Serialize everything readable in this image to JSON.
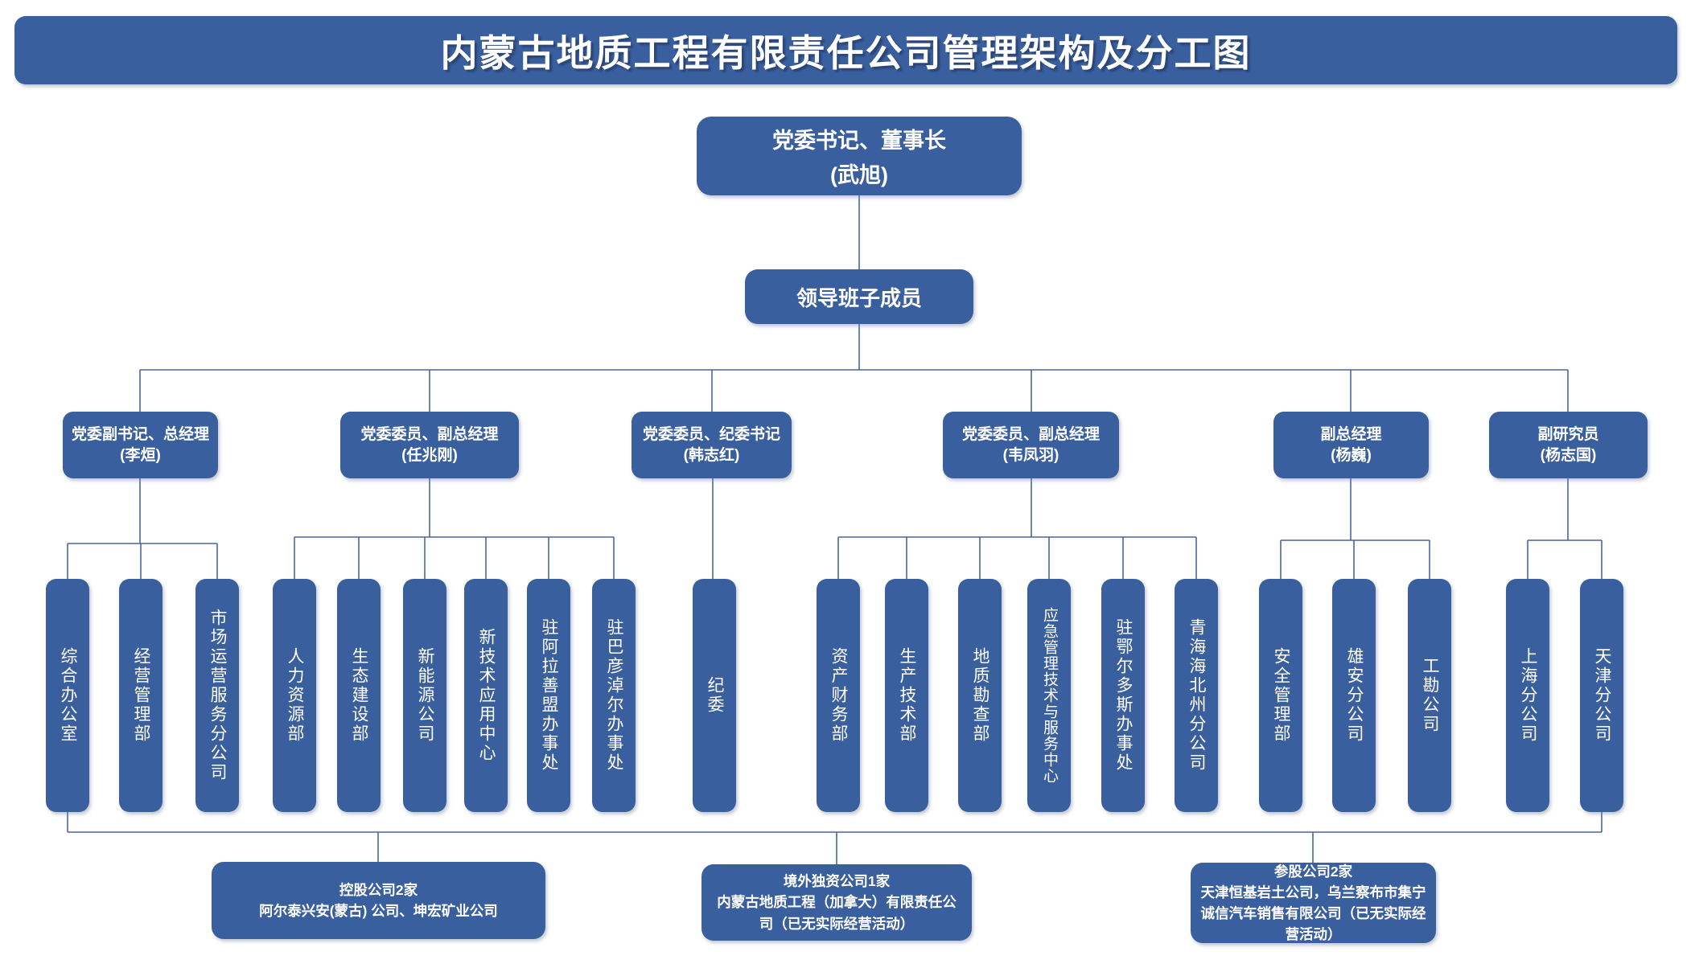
{
  "title": "内蒙古地质工程有限责任公司管理架构及分工图",
  "chairman": {
    "role": "党委书记、董事长",
    "name": "(武旭)"
  },
  "leadership_label": "领导班子成员",
  "level3": [
    {
      "role": "党委副书记、总经理",
      "name": "(李烜)"
    },
    {
      "role": "党委委员、副总经理",
      "name": "(任兆刚)"
    },
    {
      "role": "党委委员、纪委书记",
      "name": "(韩志红)"
    },
    {
      "role": "党委委员、副总经理",
      "name": "(韦凤羽)"
    },
    {
      "role": "副总经理",
      "name": "(杨巍)"
    },
    {
      "role": "副研究员",
      "name": "(杨志国)"
    }
  ],
  "level4": [
    {
      "items": [
        "综合办公室",
        "经营管理部",
        "市场运营服务分公司"
      ]
    },
    {
      "items": [
        "人力资源部",
        "生态建设部",
        "新能源公司",
        "新技术应用中心",
        "驻阿拉善盟办事处",
        "驻巴彦淖尔办事处"
      ]
    },
    {
      "items": [
        "纪委"
      ]
    },
    {
      "items": [
        "资产财务部",
        "生产技术部",
        "地质勘查部",
        "应急管理技术与服务中心",
        "驻鄂尔多斯办事处",
        "青海海北州分公司"
      ]
    },
    {
      "items": [
        "安全管理部",
        "雄安分公司",
        "工勘公司"
      ]
    },
    {
      "items": [
        "上海分公司",
        "天津分公司"
      ]
    }
  ],
  "subsidiaries": [
    {
      "title": "控股公司2家",
      "body": "阿尔泰兴安(蒙古) 公司、坤宏矿业公司"
    },
    {
      "title": "境外独资公司1家",
      "body": "内蒙古地质工程（加拿大）有限责任公司（已无实际经营活动）"
    },
    {
      "title": "参股公司2家",
      "body": "天津恒基岩土公司，乌兰察布市集宁诚信汽车销售有限公司（已无实际经营活动）"
    }
  ]
}
